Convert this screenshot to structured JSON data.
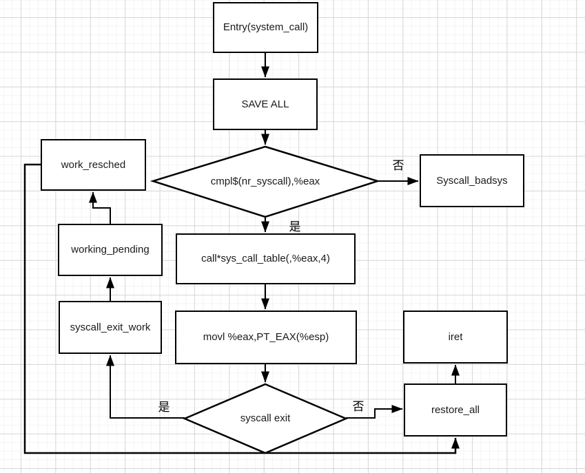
{
  "diagram": {
    "type": "flowchart",
    "subject": "linux-system-call-flow",
    "nodes": {
      "entry": {
        "label": "Entry(system_call)"
      },
      "save_all": {
        "label": "SAVE ALL"
      },
      "cmp_check": {
        "label": "cmpl$(nr_syscall),%eax"
      },
      "syscall_badsys": {
        "label": "Syscall_badsys"
      },
      "call_table": {
        "label": "call*sys_call_table(,%eax,4)"
      },
      "movl_eax": {
        "label": "movl %eax,PT_EAX(%esp)"
      },
      "syscall_exit": {
        "label": "syscall exit"
      },
      "work_resched": {
        "label": "work_resched"
      },
      "working_pending": {
        "label": "working_pending"
      },
      "syscall_exit_work": {
        "label": "syscall_exit_work"
      },
      "iret": {
        "label": "iret"
      },
      "restore_all": {
        "label": "restore_all"
      }
    },
    "edge_labels": {
      "cmp_no": "否",
      "cmp_yes": "是",
      "exit_yes": "是",
      "exit_no": "否"
    },
    "colors": {
      "stroke": "#000000",
      "node_fill": "#ffffff",
      "text": "#1a1a1a",
      "grid_minor": "#f3f3f3",
      "grid_major": "#d6d6d6",
      "canvas_background": "#ffffff"
    }
  }
}
